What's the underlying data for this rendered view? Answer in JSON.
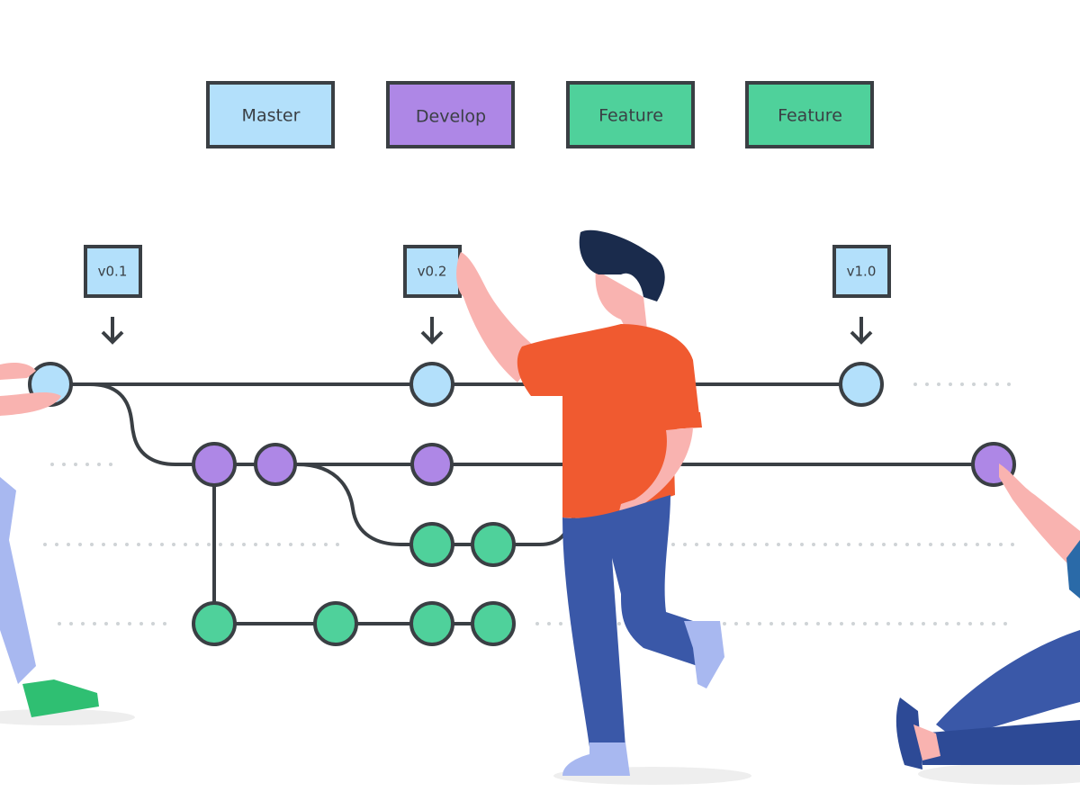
{
  "branches": [
    {
      "label": "Master",
      "color": "#b3e0fb"
    },
    {
      "label": "Develop",
      "color": "#ae87e6"
    },
    {
      "label": "Feature",
      "color": "#4fd19b"
    },
    {
      "label": "Feature",
      "color": "#4fd19b"
    }
  ],
  "tags": [
    "v0.1",
    "v0.2",
    "v1.0"
  ],
  "colors": {
    "line": "#3a3f44",
    "skin": "#f9b3b0",
    "shirt": "#f05a30",
    "jeans": "#3a58a8",
    "hair": "#1a2b4c"
  }
}
